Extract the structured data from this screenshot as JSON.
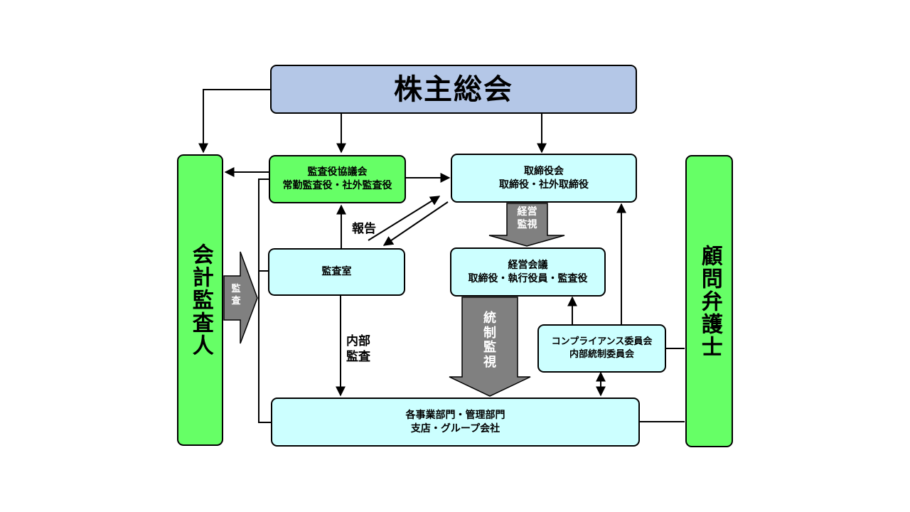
{
  "shareholders": {
    "label": "株主総会"
  },
  "auditor_board": {
    "line1": "監査役協議会",
    "line2": "常勤監査役・社外監査役"
  },
  "board": {
    "line1": "取締役会",
    "line2": "取締役・社外取締役"
  },
  "accounting_auditor": {
    "label": "会計監査人"
  },
  "legal_counsel": {
    "label": "顧問弁護士"
  },
  "audit_office": {
    "label": "監査室"
  },
  "management_meeting": {
    "line1": "経営会議",
    "line2": "取締役・執行役員・監査役"
  },
  "compliance": {
    "line1": "コンプライアンス委員会",
    "line2": "内部統制委員会"
  },
  "divisions": {
    "line1": "各事業部門・管理部門",
    "line2": "支店・グループ会社"
  },
  "labels": {
    "report": "報告",
    "internal_audit": "内部\n監査",
    "audit_arrow": "監\n査",
    "management_supervision": "経営\n監視",
    "overall_supervision": "統\n制\n監\n視"
  },
  "colors": {
    "blue": "#b4c7e7",
    "green": "#66ff66",
    "cyan": "#ccffff",
    "gray_arrow": "#808080"
  }
}
